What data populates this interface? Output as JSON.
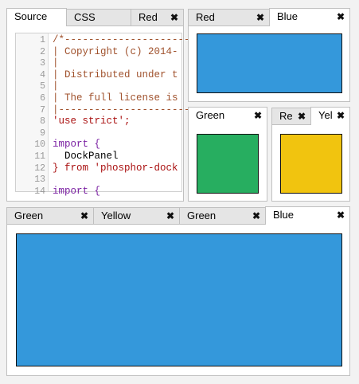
{
  "top_left": {
    "tabs": [
      {
        "label": "Source",
        "active": true
      },
      {
        "label": "CSS",
        "active": false
      },
      {
        "label": "Red",
        "active": false,
        "close": "✖"
      }
    ],
    "code_lines": [
      {
        "n": "1",
        "text": "/*------------------------",
        "cls": "c-comment"
      },
      {
        "n": "2",
        "text": "| Copyright (c) 2014-",
        "cls": "c-comment"
      },
      {
        "n": "3",
        "text": "|",
        "cls": "c-comment"
      },
      {
        "n": "4",
        "text": "| Distributed under t",
        "cls": "c-comment"
      },
      {
        "n": "5",
        "text": "|",
        "cls": "c-comment"
      },
      {
        "n": "6",
        "text": "| The full license is",
        "cls": "c-comment"
      },
      {
        "n": "7",
        "text": "|------------------------",
        "cls": "c-comment"
      },
      {
        "n": "8",
        "text": "'use strict';",
        "cls": "c-str"
      },
      {
        "n": "9",
        "text": "",
        "cls": "c-plain"
      },
      {
        "n": "10",
        "text": "import {",
        "cls": "c-kw"
      },
      {
        "n": "11",
        "text": "  DockPanel",
        "cls": "c-plain"
      },
      {
        "n": "12",
        "text": "} from 'phosphor-dock",
        "cls": "c-str"
      },
      {
        "n": "13",
        "text": "",
        "cls": "c-plain"
      },
      {
        "n": "14",
        "text": "import {",
        "cls": "c-kw"
      }
    ]
  },
  "top_right": {
    "tabs": [
      {
        "label": "Red",
        "active": false,
        "close": "✖"
      },
      {
        "label": "Blue",
        "active": true,
        "close": "✖"
      }
    ],
    "swatch_color": "#3498db"
  },
  "mid_green": {
    "tabs": [
      {
        "label": "Green",
        "active": true,
        "close": "✖"
      }
    ],
    "swatch_color": "#27ae60"
  },
  "mid_yellow": {
    "tabs": [
      {
        "label": "Re",
        "active": false,
        "close": "✖"
      },
      {
        "label": "Yel",
        "active": true,
        "close": "✖"
      }
    ],
    "swatch_color": "#f1c40f"
  },
  "bottom": {
    "tabs": [
      {
        "label": "Green",
        "active": false,
        "close": "✖"
      },
      {
        "label": "Yellow",
        "active": false,
        "close": "✖"
      },
      {
        "label": "Green",
        "active": false,
        "close": "✖"
      },
      {
        "label": "Blue",
        "active": true,
        "close": "✖"
      }
    ],
    "swatch_color": "#3498db"
  }
}
